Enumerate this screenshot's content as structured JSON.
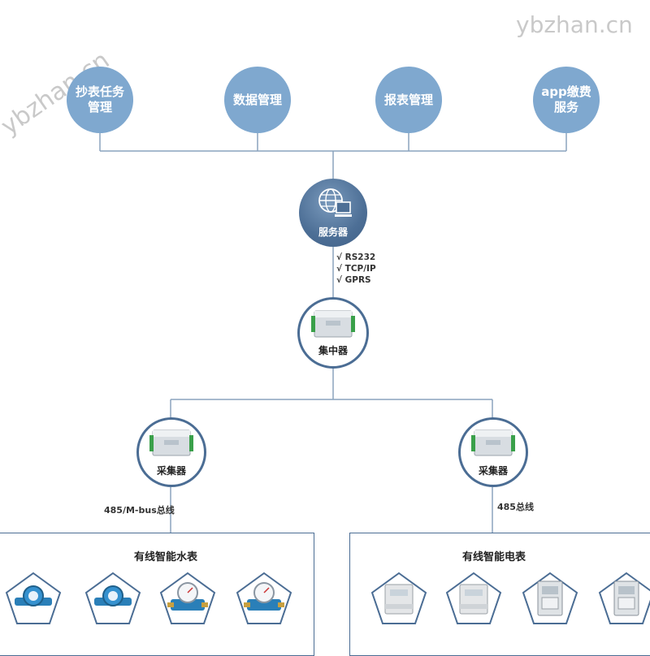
{
  "watermark": {
    "text": "ybzhan.cn"
  },
  "top_nodes": [
    {
      "label": "抄表任务\n管理"
    },
    {
      "label": "数据管理"
    },
    {
      "label": "报表管理"
    },
    {
      "label": "app缴费\n服务"
    }
  ],
  "server": {
    "label": "服务器"
  },
  "protocols": [
    "√ RS232",
    "√ TCP/IP",
    "√ GPRS"
  ],
  "concentrator": {
    "label": "集中器"
  },
  "collectors": [
    {
      "label": "采集器",
      "bus": "485/M-bus总线"
    },
    {
      "label": "采集器",
      "bus": "485总线"
    }
  ],
  "groups": [
    {
      "title": "有线智能水表",
      "device_icons": [
        "water-meter-icon",
        "water-meter-icon",
        "water-meter-dial-icon",
        "water-meter-dial-icon"
      ]
    },
    {
      "title": "有线智能电表",
      "device_icons": [
        "din-rail-meter-icon",
        "din-rail-meter-icon",
        "electric-meter-icon",
        "electric-meter-icon"
      ]
    }
  ],
  "colors": {
    "node_fill": "#7fa8cf",
    "accent": "#4b6d94",
    "line": "#8aa3bd"
  }
}
